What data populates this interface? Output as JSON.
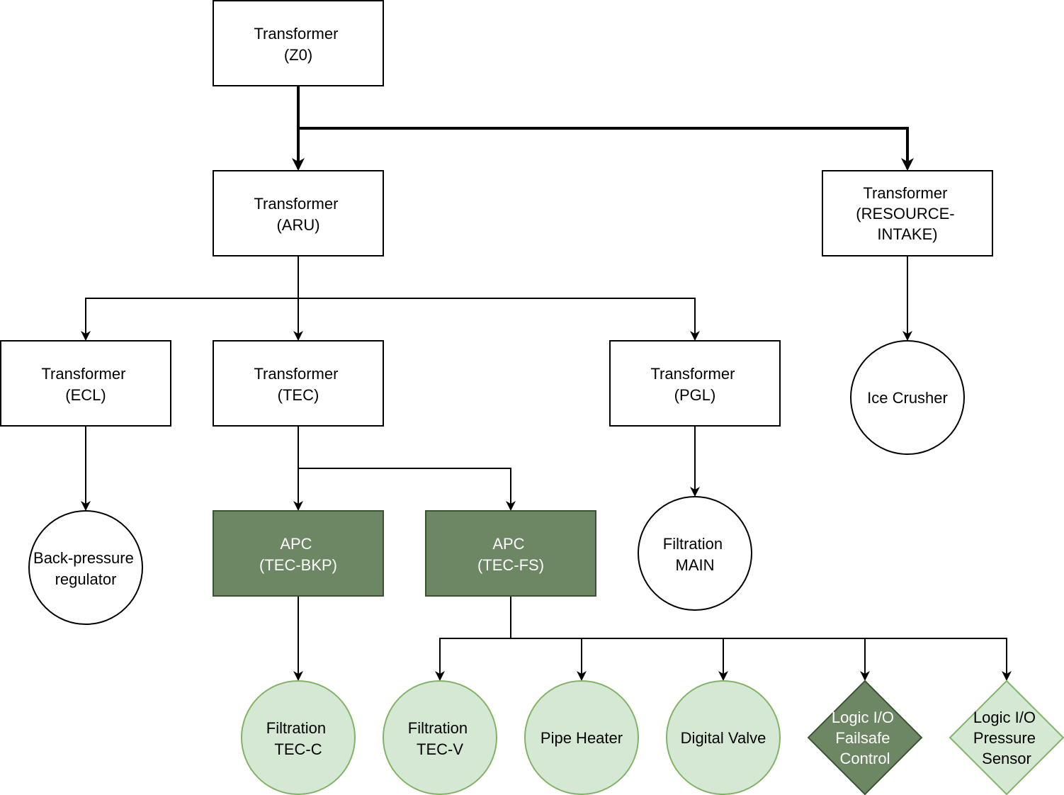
{
  "colors": {
    "box_fill": "#ffffff",
    "box_stroke": "#000000",
    "apc_fill": "#6d8764",
    "apc_stroke": "#3a5431",
    "device_fill": "#d5e8d4",
    "device_stroke": "#82b366",
    "text_dark": "#000000",
    "text_light": "#ffffff"
  },
  "nodes": {
    "z0": {
      "lines": [
        "Transformer",
        "(Z0)"
      ]
    },
    "aru": {
      "lines": [
        "Transformer",
        "(ARU)"
      ]
    },
    "resource_intake": {
      "lines": [
        "Transformer",
        "(RESOURCE-",
        "INTAKE)"
      ]
    },
    "ecl": {
      "lines": [
        "Transformer",
        "(ECL)"
      ]
    },
    "tec": {
      "lines": [
        "Transformer",
        "(TEC)"
      ]
    },
    "pgl": {
      "lines": [
        "Transformer",
        "(PGL)"
      ]
    },
    "ice_crusher": {
      "lines": [
        "Ice Crusher"
      ]
    },
    "back_pressure_regulator": {
      "lines": [
        "Back-pressure",
        "regulator"
      ]
    },
    "apc_tec_bkp": {
      "lines": [
        "APC",
        "(TEC-BKP)"
      ]
    },
    "apc_tec_fs": {
      "lines": [
        "APC",
        "(TEC-FS)"
      ]
    },
    "filtration_main": {
      "lines": [
        "Filtration",
        "MAIN"
      ]
    },
    "filtration_tec_c": {
      "lines": [
        "Filtration",
        "TEC-C"
      ]
    },
    "filtration_tec_v": {
      "lines": [
        "Filtration",
        "TEC-V"
      ]
    },
    "pipe_heater": {
      "lines": [
        "Pipe Heater"
      ]
    },
    "digital_valve": {
      "lines": [
        "Digital Valve"
      ]
    },
    "logic_io_failsafe": {
      "lines": [
        "Logic I/O",
        "Failsafe",
        "Control"
      ]
    },
    "logic_io_pressure": {
      "lines": [
        "Logic I/O",
        "Pressure",
        "Sensor"
      ]
    }
  }
}
